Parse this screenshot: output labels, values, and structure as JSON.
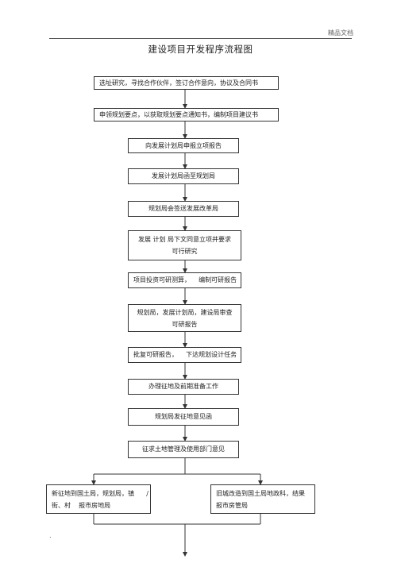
{
  "header": {
    "right_text": "精品文档"
  },
  "title": "建设项目开发程序流程图",
  "steps": [
    "选址研究，寻找合作伙伴，签订合作意向，协议及合同书",
    "申领规划要点，以获取规划要点通知书，编制项目建议书",
    "向发展计划局申报立项报告",
    "发展计划局函至规划局",
    "规划局会签送发展改革局",
    "发展 计划 局下文同意立项并要求\n可行研究",
    "项目投资可研测算，    编制可研报告",
    "规划局，发展计划局，建设局审查\n可研报告",
    "批复可研报告，    下达规划设计任务",
    "办理征地及前期准备工作",
    "规划局发征地意见函",
    "征求土地管理及使用部门意见"
  ],
  "branches": {
    "left": "新征地到国土局，规划局，镇      /\n街、村    报市房地局",
    "right": "旧城改造到国土局地政科，结果\n报市房管局"
  },
  "footer": {
    "dot": "."
  }
}
